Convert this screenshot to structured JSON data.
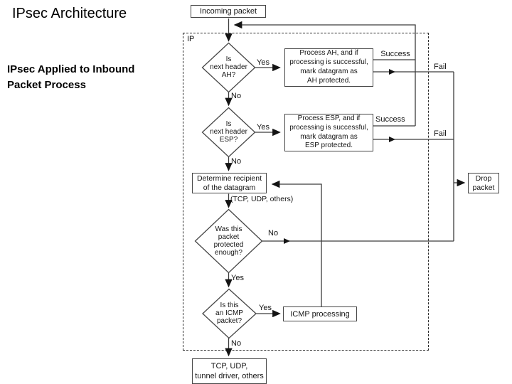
{
  "slide": {
    "title": "IPsec Architecture",
    "subtitle": "IPsec Applied to Inbound\nPacket Process"
  },
  "flowchart": {
    "region_label": "IP",
    "nodes": {
      "incoming_packet": "Incoming packet",
      "ah_decision": "Is\nnext header\nAH?",
      "process_ah": "Process AH, and if\nprocessing is successful,\nmark datagram as\nAH protected.",
      "esp_decision": "Is\nnext header\nESP?",
      "process_esp": "Process ESP, and if\nprocessing is successful,\nmark datagram as\nESP protected.",
      "determine_recipient": "Determine recipient\nof the datagram",
      "protected_decision": "Was this\npacket\nprotected\nenough?",
      "icmp_decision": "Is this\nan ICMP\npacket?",
      "icmp_processing": "ICMP processing",
      "tcp_udp_drivers": "TCP, UDP,\ntunnel driver, others",
      "drop_packet": "Drop\npacket"
    },
    "edge_labels": {
      "yes": "Yes",
      "no": "No",
      "success": "Success",
      "fail": "Fail",
      "recipients": "(TCP, UDP, others)"
    },
    "colors": {
      "background": "#ffffff",
      "line": "#3c3c3c",
      "box_border": "#464646",
      "text": "#141414"
    }
  }
}
